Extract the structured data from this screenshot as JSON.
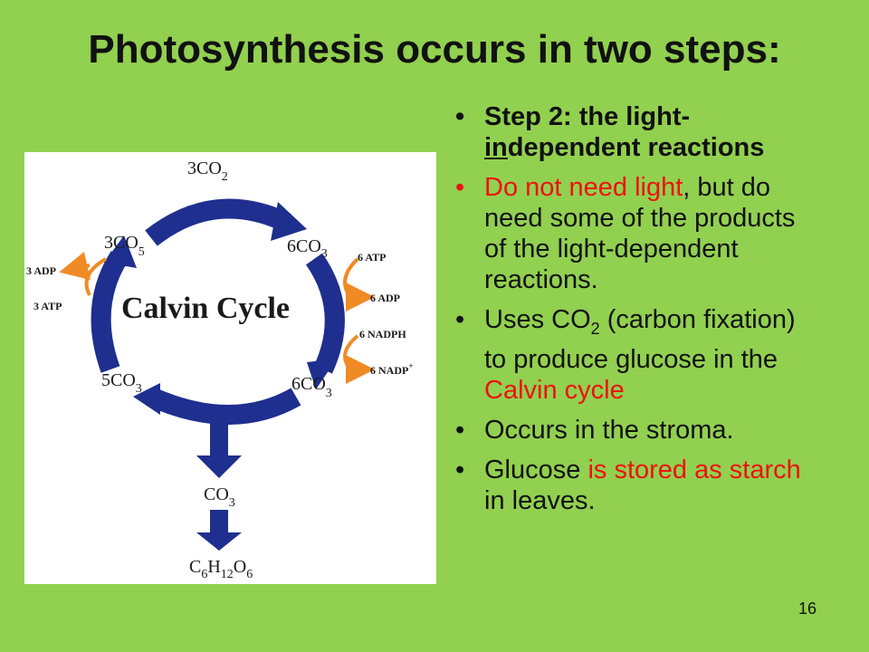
{
  "slide": {
    "title": "Photosynthesis occurs in two steps:",
    "number": "16"
  },
  "diagram": {
    "center_label": "Calvin Cycle",
    "labels": {
      "top": "3CO",
      "top_sub": "2",
      "upper_right": "6CO",
      "upper_right_sub": "3",
      "upper_left": "3CO",
      "upper_left_sub": "5",
      "lower_right": "6CO",
      "lower_right_sub": "3",
      "lower_left": "5CO",
      "lower_left_sub": "3",
      "bottom_co3": "CO",
      "bottom_co3_sub": "3",
      "glucose_c": "C",
      "glucose_c_sub": "6",
      "glucose_h": "H",
      "glucose_h_sub": "12",
      "glucose_o": "O",
      "glucose_o_sub": "6"
    },
    "side_inputs": {
      "left_out": "3 ADP",
      "left_in": "3 ATP",
      "right_atp_in": "6 ATP",
      "right_adp_out": "6 ADP",
      "right_nadph_in": "6 NADPH",
      "right_nadp_out": "6 NADP",
      "right_nadp_sup": "+"
    },
    "colors": {
      "arrow_blue": "#1e2f8f",
      "side_orange": "#f08a24"
    }
  },
  "bullets": [
    {
      "part1": "Step 2: the light-",
      "underlined": "in",
      "part2": "dependent reactions"
    },
    {
      "red": "Do not need light",
      "rest": ", but do need some of the products of the light-dependent reactions."
    },
    {
      "pre": "Uses CO",
      "sub": "2",
      "mid": " (carbon fixation) to produce glucose in the ",
      "red": "Calvin cycle"
    },
    {
      "text": "Occurs in the stroma."
    },
    {
      "pre": "Glucose ",
      "red1": "is stored as starch",
      "post": " in leaves."
    }
  ]
}
